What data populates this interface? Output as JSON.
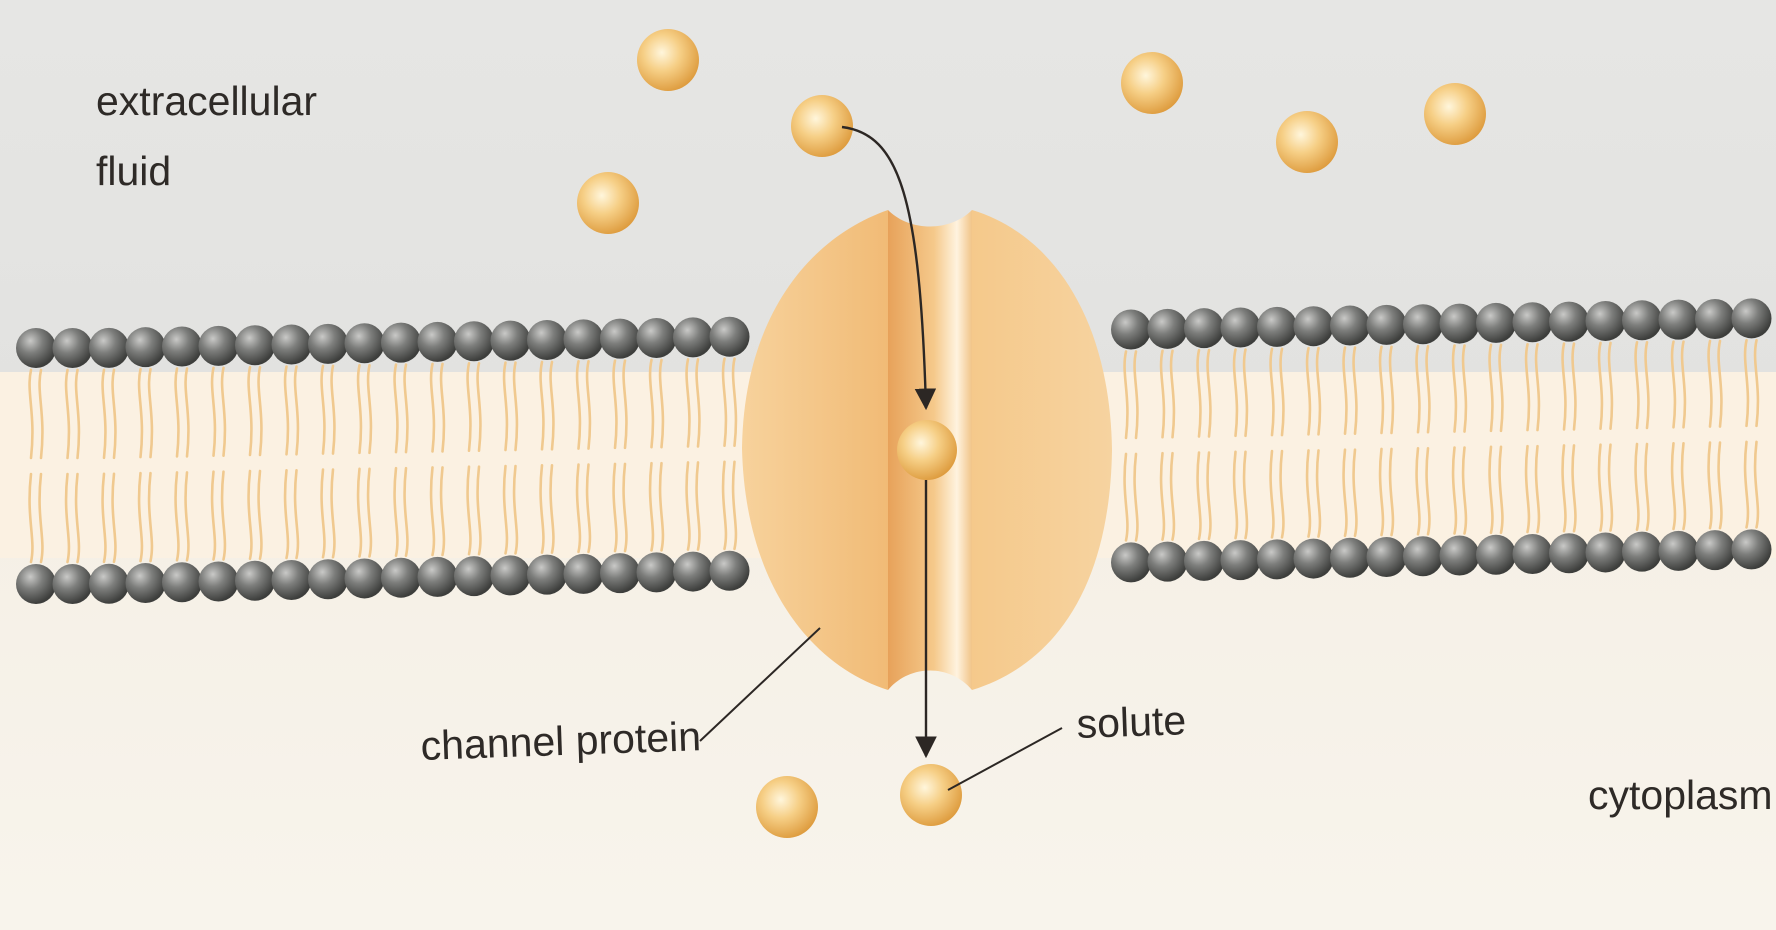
{
  "labels": {
    "extracellular_line1": "extracellular",
    "extracellular_line2": "fluid",
    "channel_protein": "channel protein",
    "solute": "solute",
    "cytoplasm": "cytoplasm"
  },
  "colors": {
    "extracellular_background": "#e4e4e2",
    "cytoplasm_background": "#f6f1e8",
    "phospholipid_head": "#6f706e",
    "phospholipid_tail": "#f0c98f",
    "channel_protein": "#f2c383",
    "solute": "#f3bf6b",
    "label_text": "#2e2a27"
  }
}
